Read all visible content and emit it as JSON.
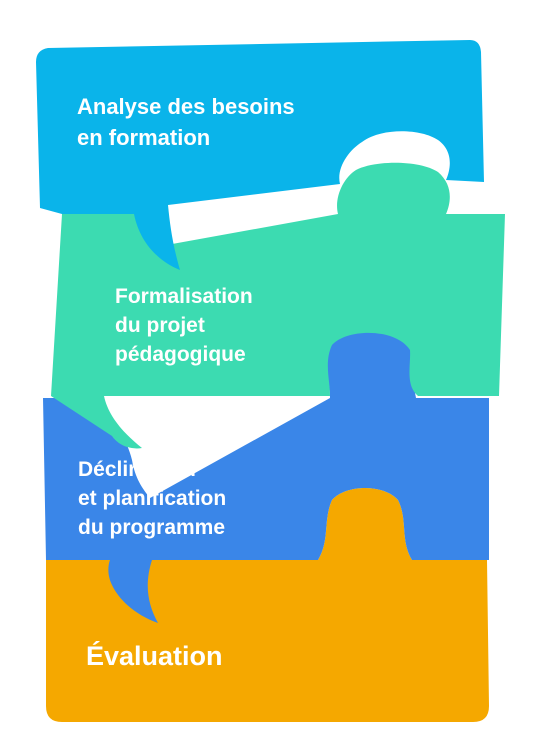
{
  "steps": [
    {
      "lines": [
        "Analyse des besoins",
        "en formation"
      ],
      "color": "#0ab4ea"
    },
    {
      "lines": [
        "Formalisation",
        "du projet",
        "pédagogique"
      ],
      "color": "#3cdbb1"
    },
    {
      "lines": [
        "Déclinaison",
        "et planification",
        "du programme"
      ],
      "color": "#3a86e8"
    },
    {
      "lines": [
        "Évaluation"
      ],
      "color": "#f5a800"
    }
  ]
}
